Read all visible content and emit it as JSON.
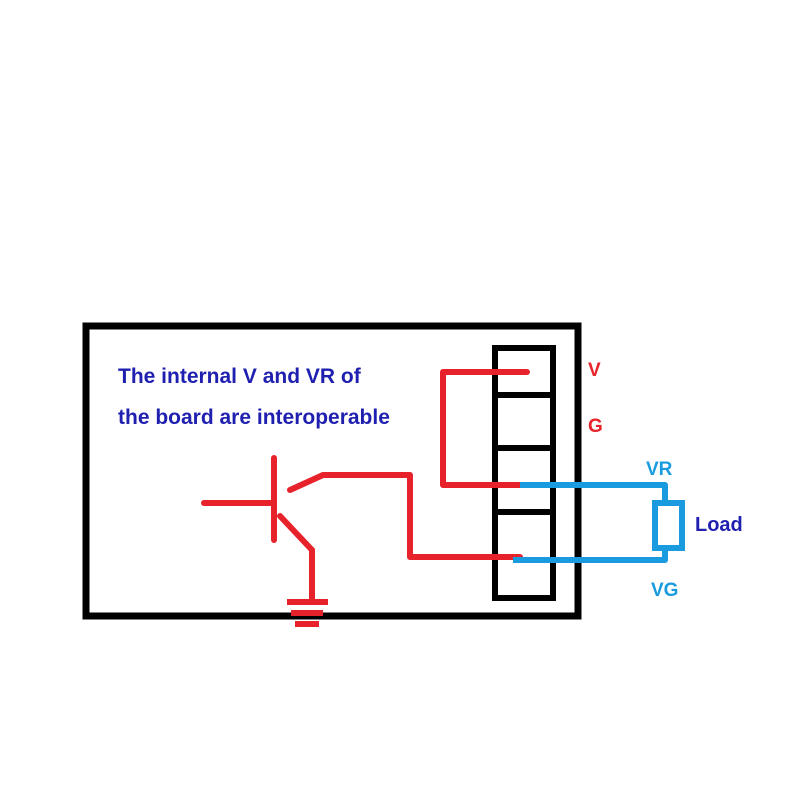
{
  "note": {
    "line1": "The internal V and VR of",
    "line2": "the board are interoperable"
  },
  "pins": {
    "v": "V",
    "g": "G",
    "vr": "VR",
    "vg": "VG"
  },
  "load_label": "Load",
  "colors": {
    "board_outline": "#000000",
    "internal_wire": "#e8222b",
    "external_wire": "#1a9be0",
    "note_text": "#1f1fb0",
    "pin_label_internal": "#e8222b",
    "pin_label_external": "#1a9be0",
    "load_text": "#1f1fb0"
  },
  "icons": {
    "transistor": "npn-transistor-icon",
    "ground": "ground-icon",
    "load": "resistor-load-icon",
    "connector": "terminal-block-icon"
  }
}
